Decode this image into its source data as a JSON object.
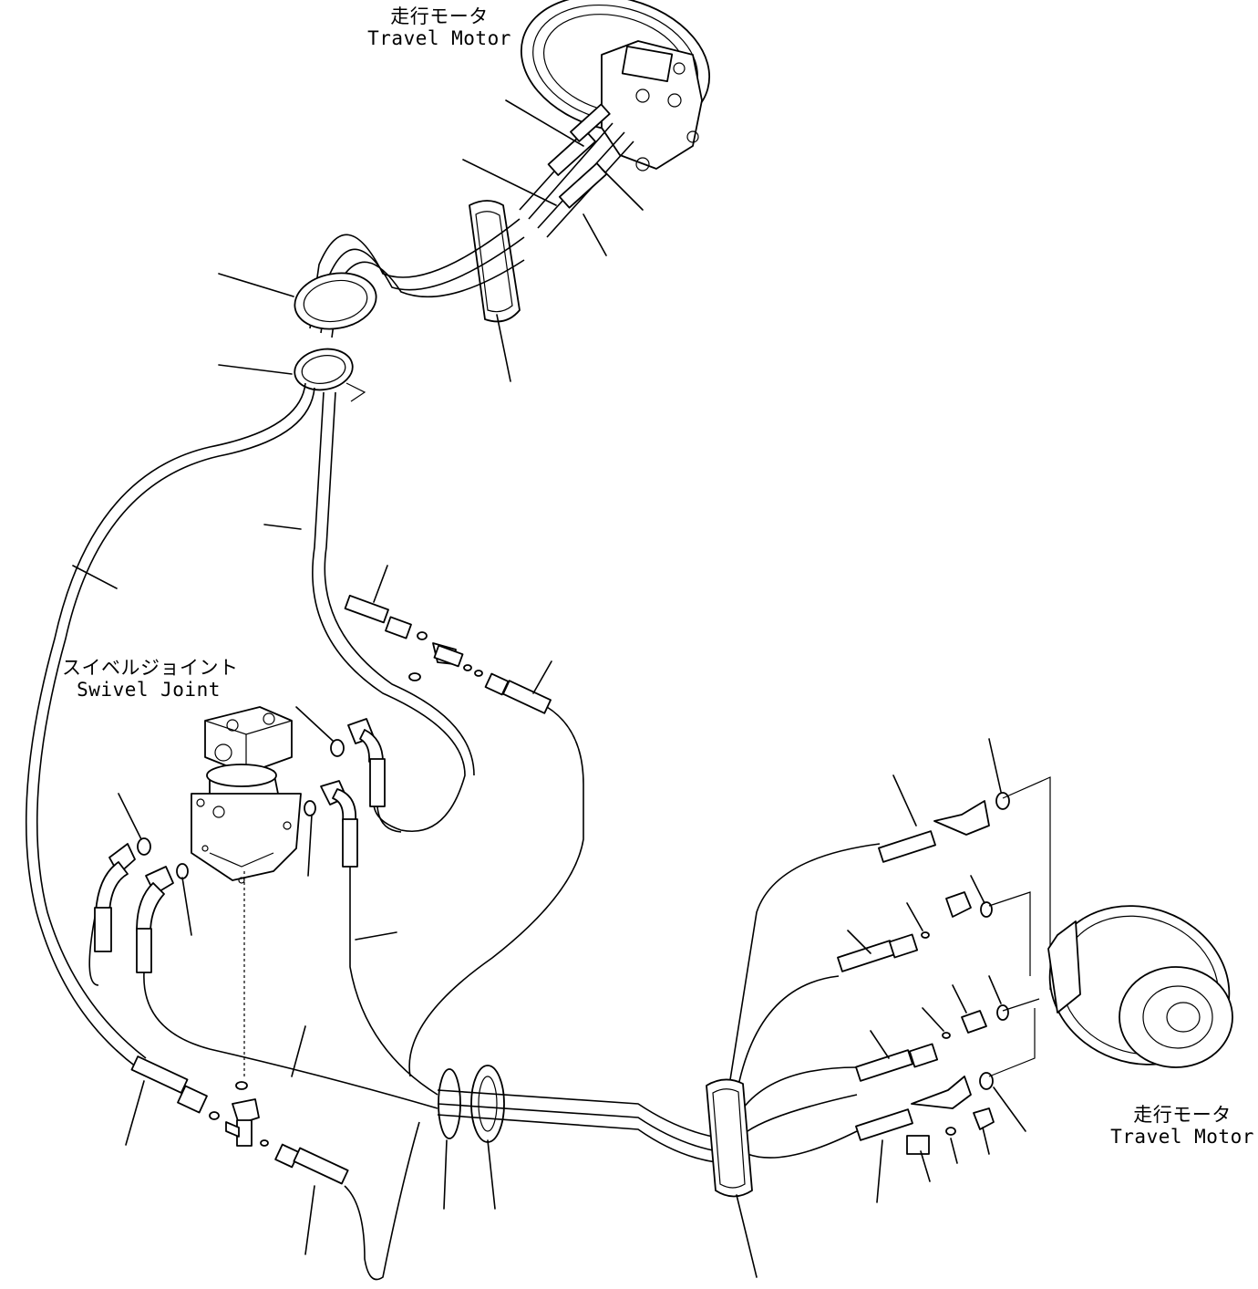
{
  "labels": {
    "travel_motor_top": {
      "jp": "走行モータ",
      "en": "Travel Motor"
    },
    "swivel_joint": {
      "jp": "スイベルジョイント",
      "en": "Swivel Joint"
    },
    "travel_motor_right": {
      "jp": "走行モータ",
      "en": "Travel Motor"
    }
  }
}
